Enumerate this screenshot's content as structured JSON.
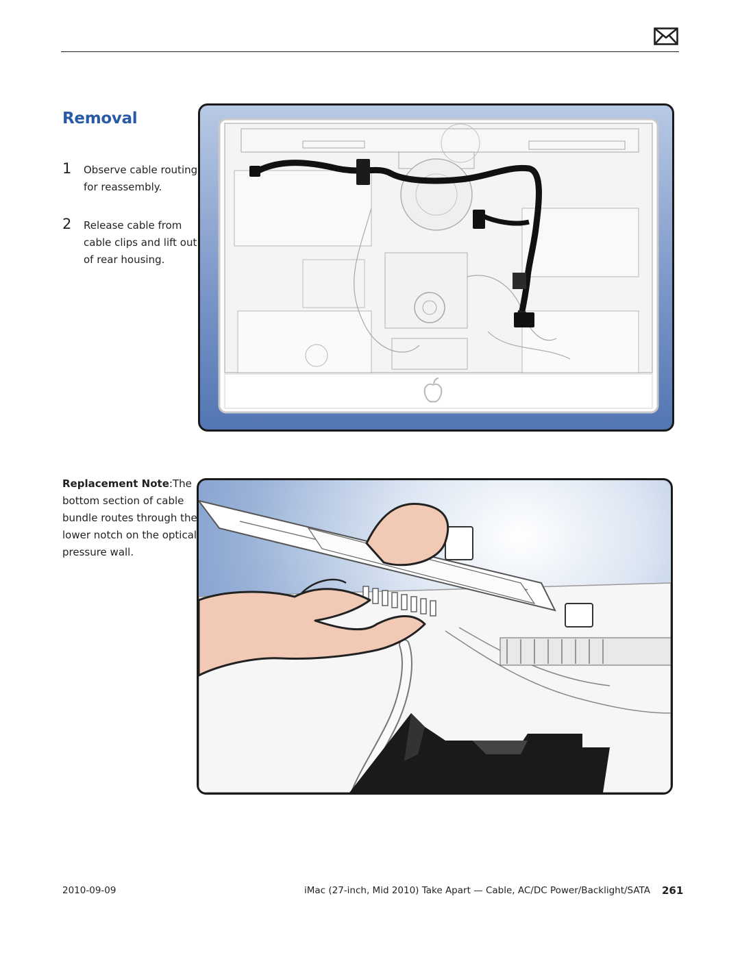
{
  "header": {
    "mail_icon": "envelope-icon"
  },
  "section": {
    "title": "Removal"
  },
  "steps": [
    {
      "number": "1",
      "text": "Observe cable routing for reassembly."
    },
    {
      "number": "2",
      "text": "Release cable from cable clips and lift out of rear housing."
    }
  ],
  "note": {
    "label": "Replacement Note",
    "separator": ":",
    "text": "The bottom section of cable bundle routes through the lower notch on the optical pressure wall."
  },
  "footer": {
    "date": "2010-09-09",
    "title": "iMac (27-inch, Mid 2010) Take Apart — Cable, AC/DC Power/Backlight/SATA",
    "page": "261"
  },
  "colors": {
    "title_blue": "#2a5aa6",
    "frame_blue": "#5276b3",
    "text": "#231f20"
  }
}
